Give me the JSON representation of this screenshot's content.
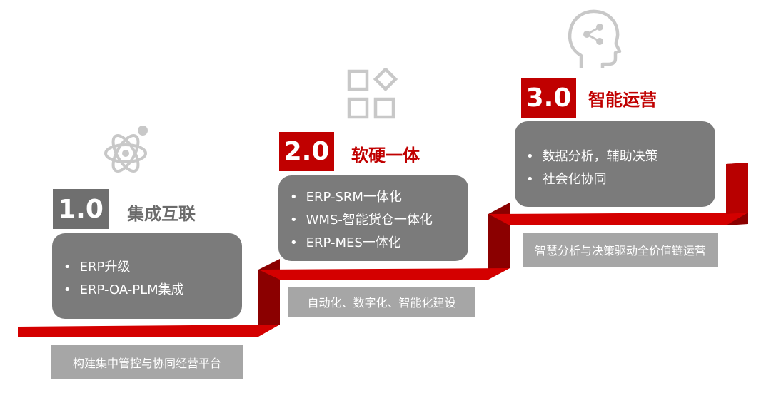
{
  "stages": [
    {
      "version": "1.0",
      "title": "集成互联",
      "items": [
        "ERP升级",
        "ERP-OA-PLM集成"
      ],
      "tag": "构建集中管控与协同经营平台",
      "icon": "atom-icon"
    },
    {
      "version": "2.0",
      "title": "软硬一体",
      "items": [
        "ERP-SRM一体化",
        "WMS-智能货仓一体化",
        "ERP-MES一体化"
      ],
      "tag": "自动化、数字化、智能化建设",
      "icon": "shapes-grid-icon"
    },
    {
      "version": "3.0",
      "title": "智能运营",
      "items": [
        "数据分析，辅助决策",
        "社会化协同"
      ],
      "tag": "智慧分析与决策驱动全价值链运营",
      "icon": "ai-head-icon"
    }
  ],
  "colors": {
    "accent_red": "#c00000",
    "dark_red": "#8b0000",
    "card_gray": "#7b7b7b",
    "tag_gray": "#a6a6a6",
    "icon_gray": "#c8c8c8"
  }
}
